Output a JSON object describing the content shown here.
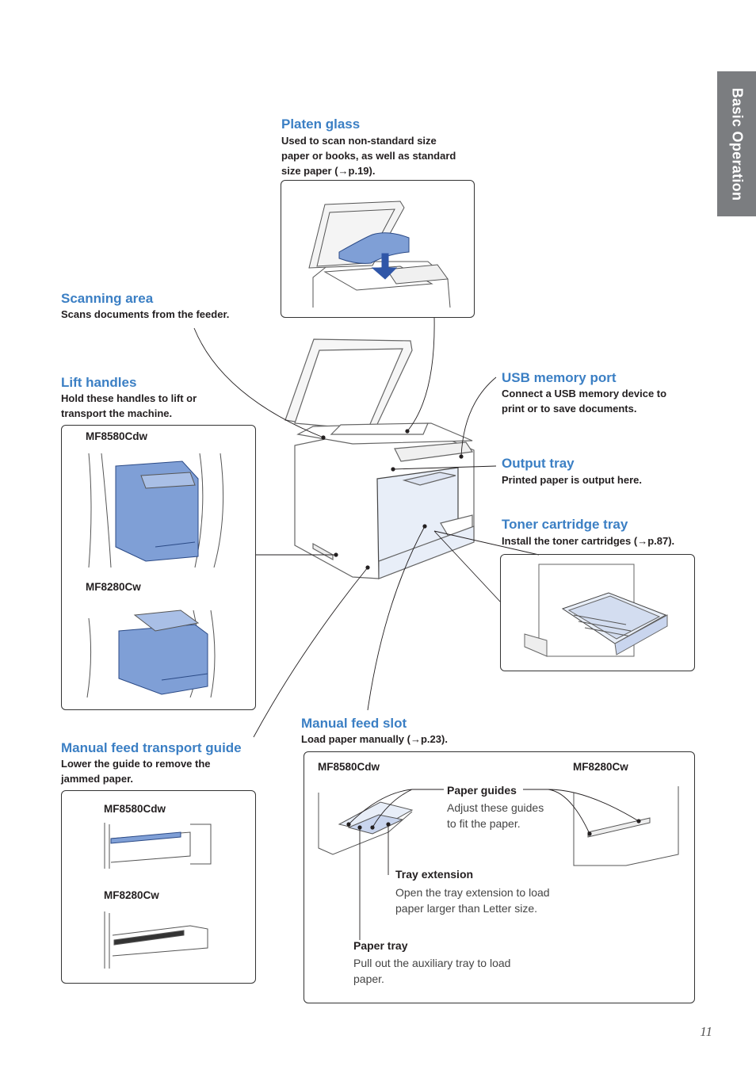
{
  "side_tab": {
    "label": "Basic Operation"
  },
  "page_number": "11",
  "platen_glass": {
    "title": "Platen glass",
    "desc": [
      "Used to scan non-standard size",
      "paper or books, as well as standard",
      "size paper (→p.19)."
    ]
  },
  "scanning_area": {
    "title": "Scanning area",
    "desc": [
      "Scans documents from the feeder."
    ]
  },
  "lift_handles": {
    "title": "Lift handles",
    "desc": [
      "Hold these handles to lift or",
      "transport the machine."
    ],
    "models": [
      "MF8580Cdw",
      "MF8280Cw"
    ]
  },
  "usb_port": {
    "title": "USB memory port",
    "desc": [
      "Connect a USB memory device to",
      "print or to save documents."
    ]
  },
  "output_tray": {
    "title": "Output tray",
    "desc": [
      "Printed paper is output here."
    ]
  },
  "toner_tray": {
    "title": "Toner cartridge tray",
    "desc": [
      "Install the toner cartridges (→p.87)."
    ]
  },
  "manual_feed_slot": {
    "title": "Manual feed slot",
    "desc": [
      "Load paper manually (→p.23)."
    ],
    "models": [
      "MF8580Cdw",
      "MF8280Cw"
    ],
    "paper_guides": {
      "title": "Paper guides",
      "desc": [
        "Adjust these guides",
        "to fit the paper."
      ]
    },
    "tray_extension": {
      "title": "Tray extension",
      "desc": [
        "Open the tray extension to load",
        "paper larger than Letter size."
      ]
    },
    "paper_tray": {
      "title": "Paper tray",
      "desc": [
        "Pull out the auxiliary tray to load",
        "paper."
      ]
    }
  },
  "transport_guide": {
    "title": "Manual feed transport guide",
    "desc": [
      "Lower the guide to remove the",
      "jammed paper."
    ],
    "models": [
      "MF8580Cdw",
      "MF8280Cw"
    ]
  },
  "colors": {
    "heading": "#3b7fc4",
    "tab": "#7b7d80",
    "machine_fill": "#e8eef8",
    "highlight": "#7f9fd6"
  }
}
